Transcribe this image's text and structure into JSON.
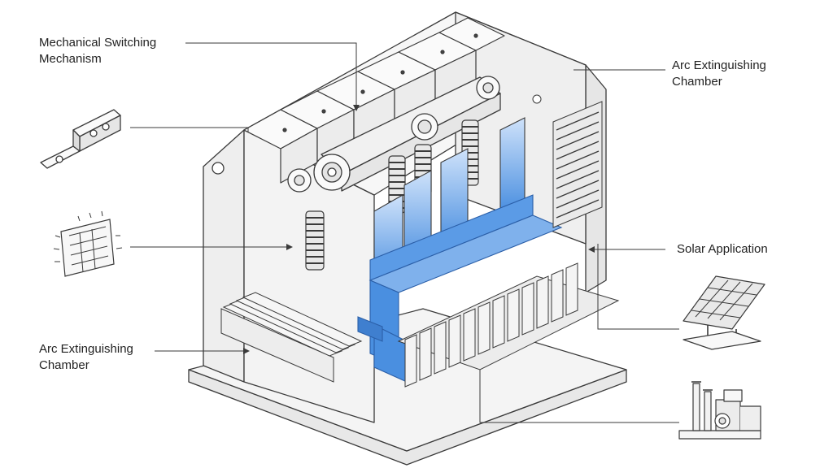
{
  "labels": {
    "mechanism": {
      "line1": "Mechanical Switching",
      "line2": "Mechanism"
    },
    "arc_top": {
      "line1": "Arc Extinguishing",
      "line2": "Chamber"
    },
    "arc_bottom": {
      "line1": "Arc Extinguishing",
      "line2": "Chamber"
    },
    "solar": "Solar Application"
  },
  "colors": {
    "line": "#3a3a3a",
    "body_fill": "#f2f2f2",
    "body_fill_dark": "#e3e3e3",
    "accent_blue": "#4a8fe0",
    "accent_blue_light": "#cfe2fa",
    "background": "#ffffff"
  },
  "icons": [
    "busbar-terminal-icon",
    "arc-grid-plate-icon",
    "solar-panel-icon",
    "industrial-factory-icon"
  ]
}
